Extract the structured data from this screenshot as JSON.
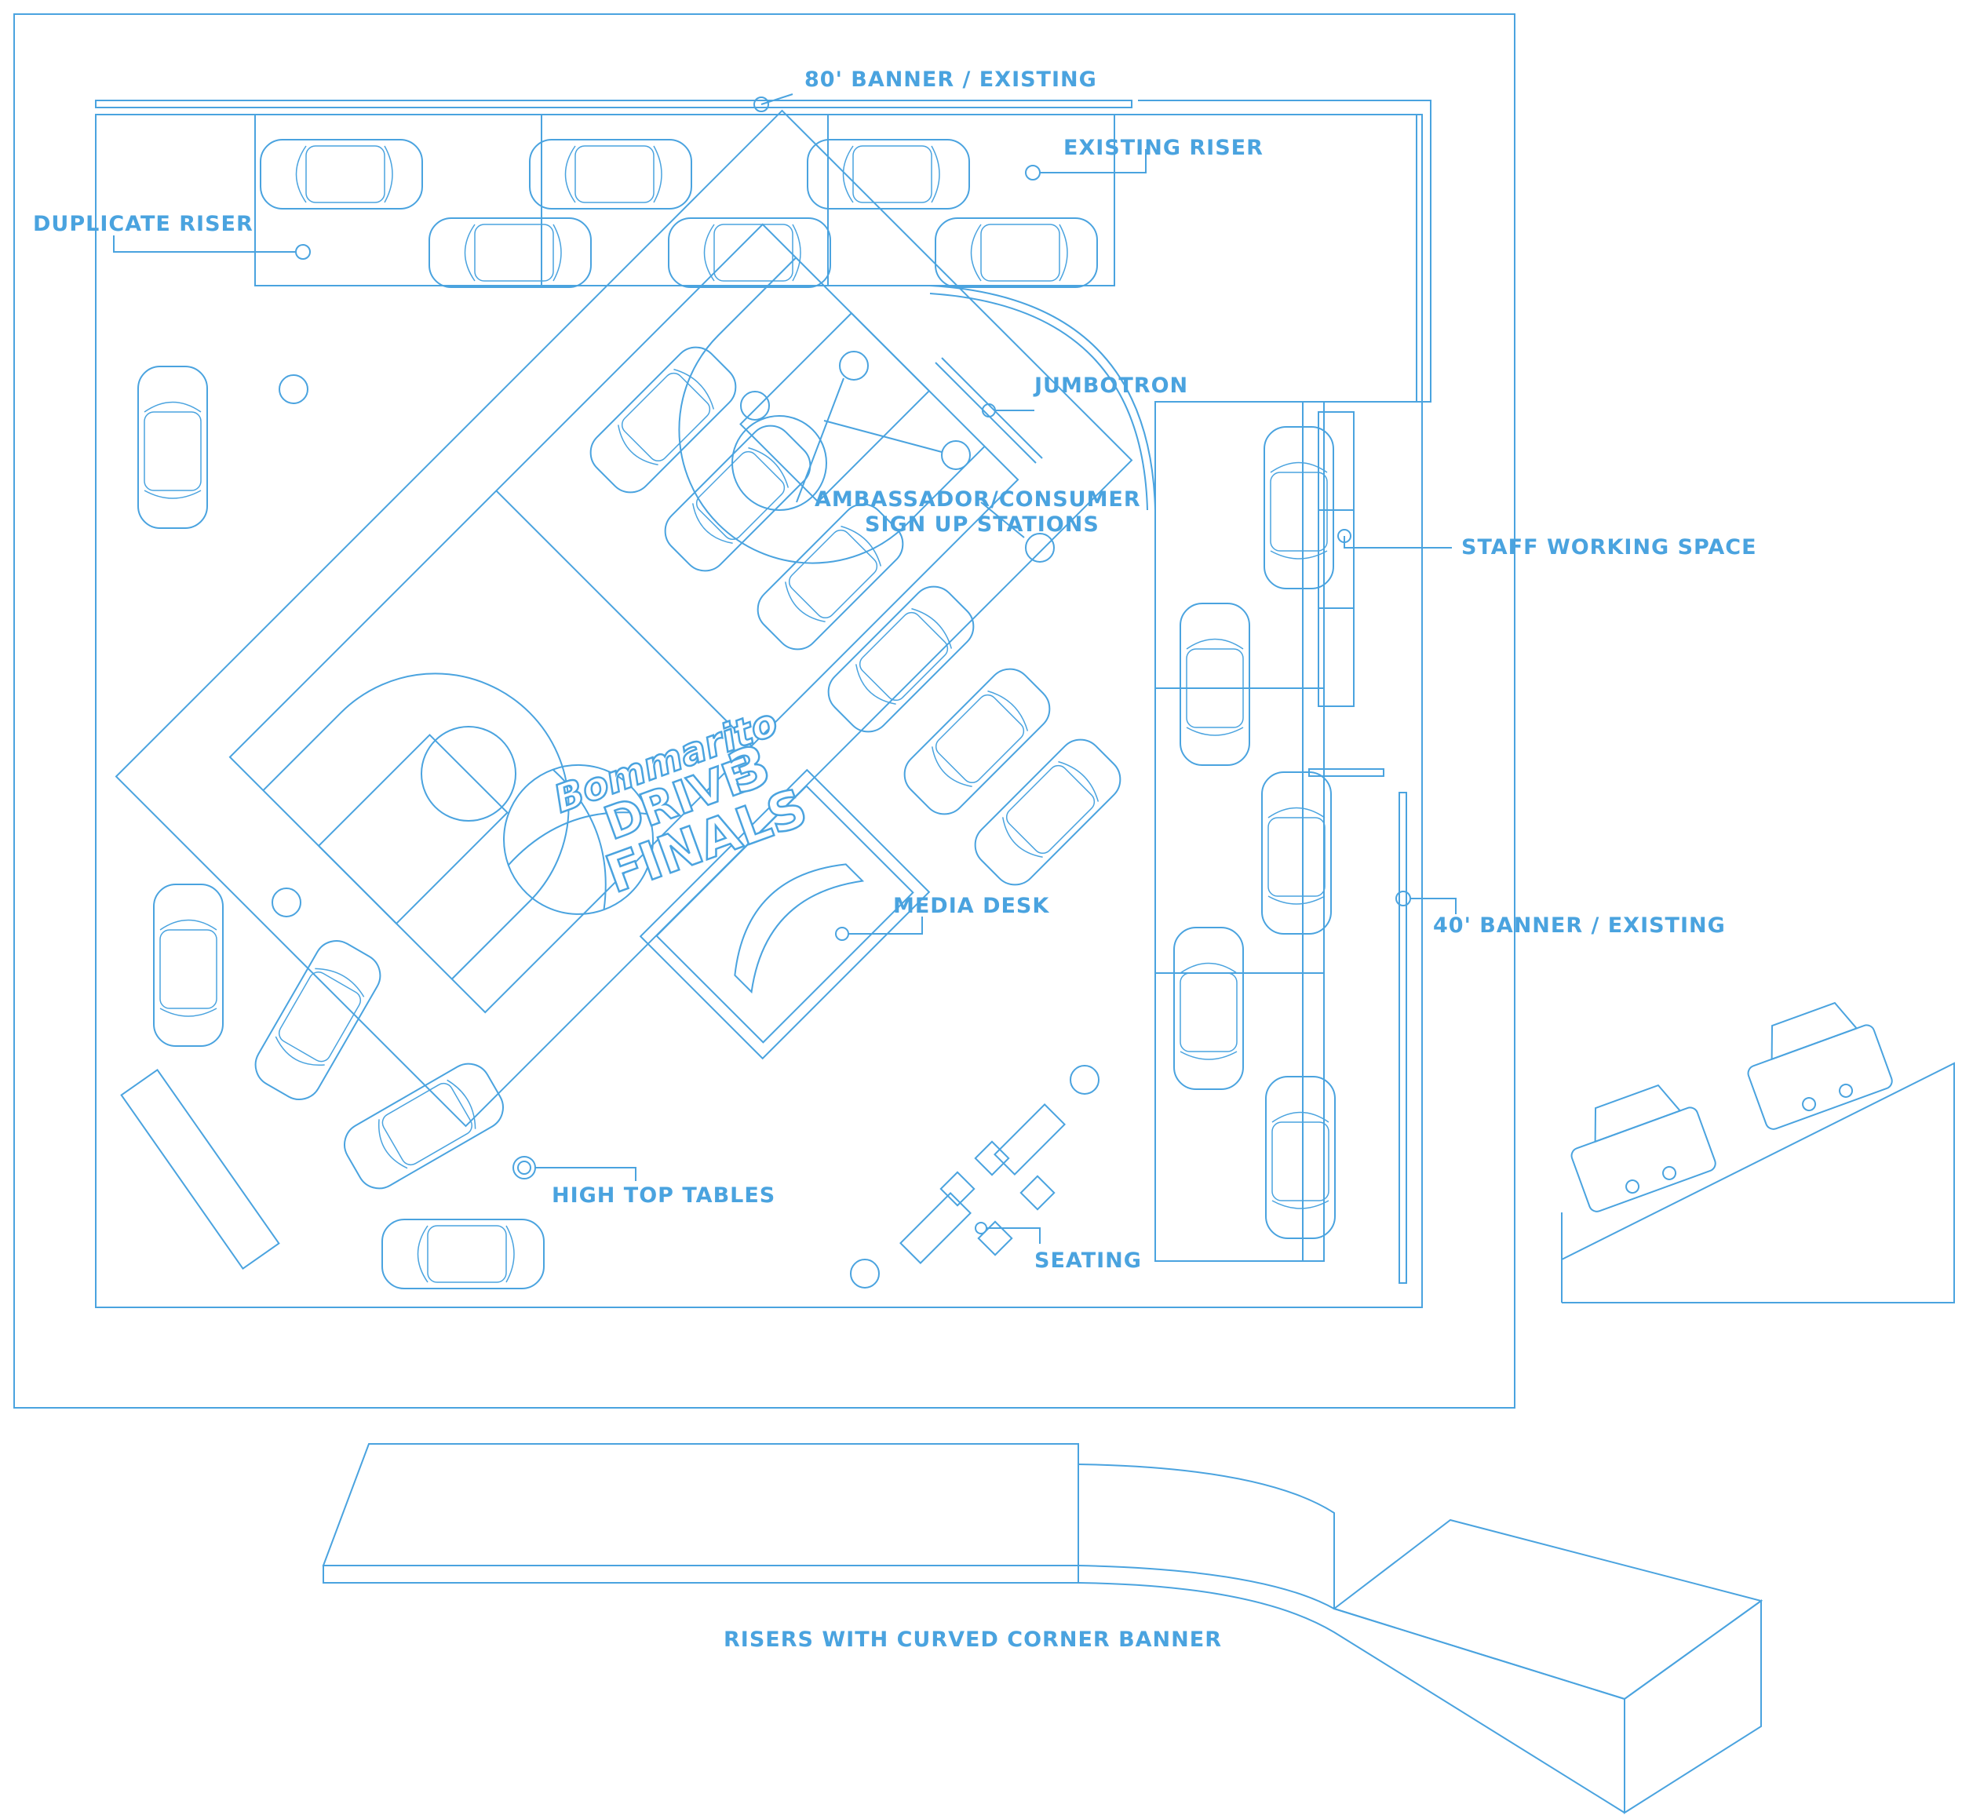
{
  "colors": {
    "line": "#4aa3df",
    "background": "#ffffff"
  },
  "labels": {
    "banner_80": "80' BANNER / EXISTING",
    "existing_riser": "EXISTING RISER",
    "duplicate_riser": "DUPLICATE RISER",
    "jumbotron": "JUMBOTRON",
    "ambassador_1": "AMBASSADOR/CONSUMER",
    "ambassador_2": "SIGN UP STATIONS",
    "staff_working": "STAFF WORKING SPACE",
    "media_desk": "MEDIA DESK",
    "banner_40": "40' BANNER / EXISTING",
    "high_top": "HIGH TOP TABLES",
    "seating": "SEATING",
    "risers_curved": "RISERS WITH CURVED CORNER BANNER"
  },
  "logo": {
    "line1": "Bommarito",
    "line2": "DRIVE",
    "line3": "FINALS",
    "number": "3"
  },
  "icons": [
    "car-icon",
    "high-top-table-icon",
    "seat-icon",
    "basketball-logo-icon"
  ]
}
